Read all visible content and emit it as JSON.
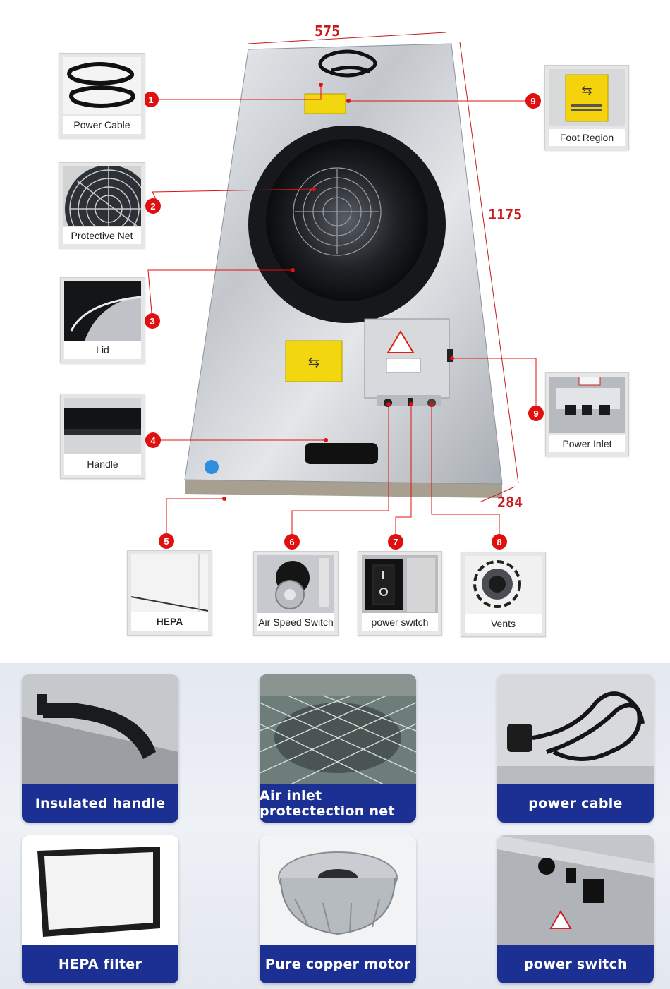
{
  "dimensions": {
    "width_mm": "575",
    "height_mm": "1175",
    "depth_mm": "284"
  },
  "callouts": [
    {
      "number": "1",
      "label": "Power Cable",
      "icon": "power-cable-photo"
    },
    {
      "number": "2",
      "label": "Protective Net",
      "icon": "fan-guard-photo"
    },
    {
      "number": "3",
      "label": "Lid",
      "icon": "lid-photo"
    },
    {
      "number": "4",
      "label": "Handle",
      "icon": "handle-photo"
    },
    {
      "number": "5",
      "label": "HEPA",
      "icon": "hepa-photo"
    },
    {
      "number": "6",
      "label": "Air Speed Switch",
      "icon": "speed-knob-photo"
    },
    {
      "number": "7",
      "label": "power switch",
      "icon": "rocker-switch-photo"
    },
    {
      "number": "8",
      "label": "Vents",
      "icon": "vent-photo"
    },
    {
      "number": "9",
      "label": "Foot Region",
      "icon": "foot-sign-photo"
    },
    {
      "number": "9",
      "label": "Power Inlet",
      "icon": "power-inlet-photo"
    }
  ],
  "features": [
    {
      "caption": "Insulated handle",
      "icon": "handle-photo"
    },
    {
      "caption": "Air inlet protectection net",
      "icon": "mesh-photo"
    },
    {
      "caption": "power cable",
      "icon": "cable-photo"
    },
    {
      "caption": "HEPA filter",
      "icon": "filter-photo"
    },
    {
      "caption": "Pure copper motor",
      "icon": "motor-photo"
    },
    {
      "caption": "power switch",
      "icon": "switch-panel-photo"
    }
  ],
  "colors": {
    "marker_red": "#e01010",
    "dimension_red": "#c81a1a",
    "caption_blue": "#1c2f93",
    "steel": "#c9cdd2"
  }
}
